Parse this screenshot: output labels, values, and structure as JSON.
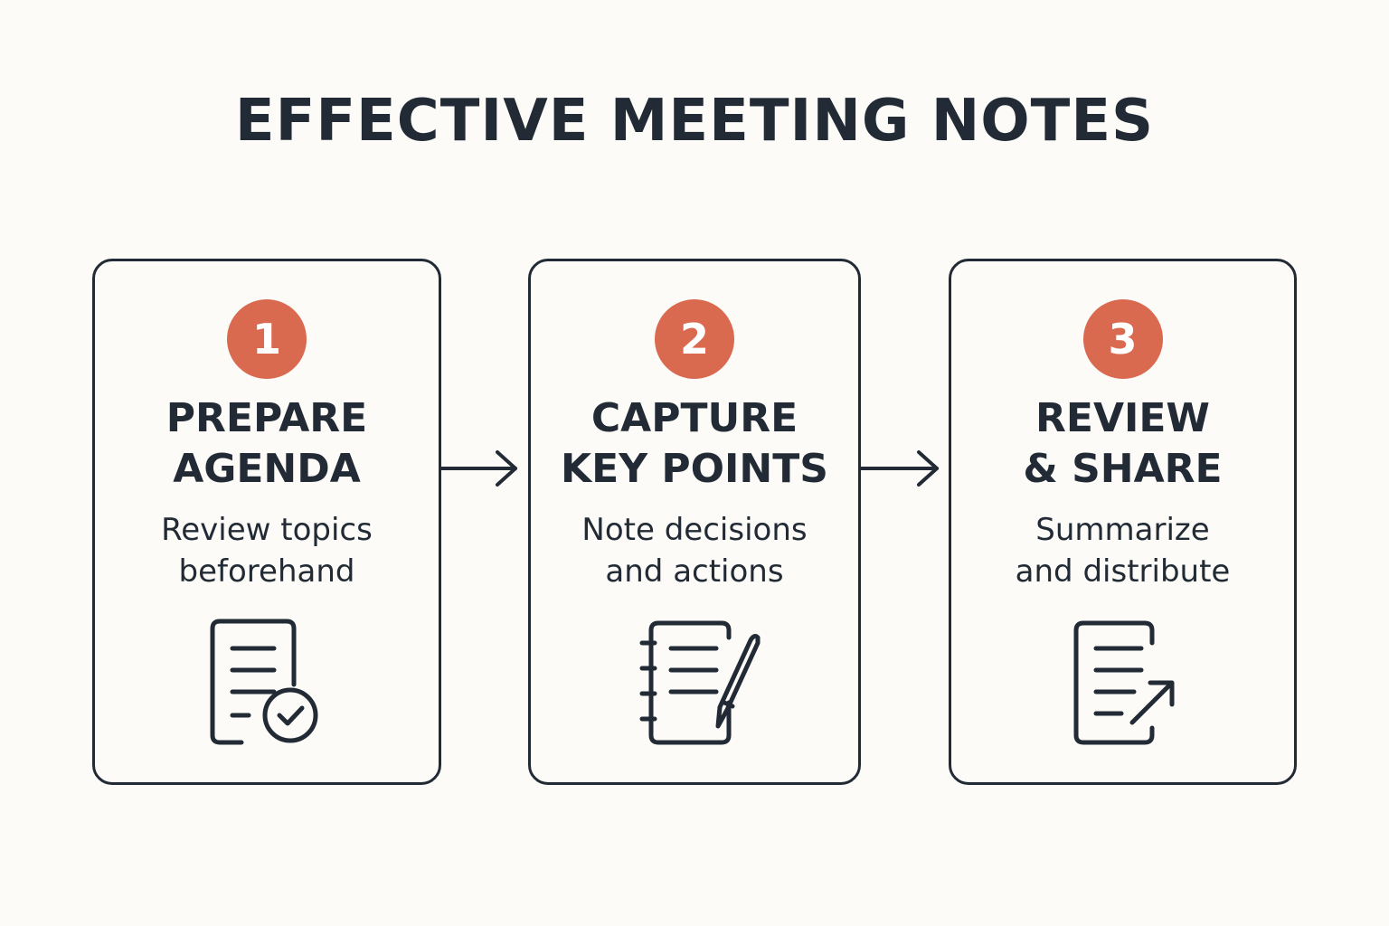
{
  "title": "EFFECTIVE MEETING NOTES",
  "steps": [
    {
      "number": "1",
      "title_lines": [
        "PREPARE",
        "AGENDA"
      ],
      "description_lines": [
        "Review topics",
        "beforehand"
      ],
      "icon": "document-check-icon"
    },
    {
      "number": "2",
      "title_lines": [
        "CAPTURE",
        "KEY POINTS"
      ],
      "description_lines": [
        "Note decisions",
        "and actions"
      ],
      "icon": "notebook-pen-icon"
    },
    {
      "number": "3",
      "title_lines": [
        "REVIEW",
        "& SHARE"
      ],
      "description_lines": [
        "Summarize",
        "and distribute"
      ],
      "icon": "document-share-icon"
    }
  ],
  "colors": {
    "background": "#fcfbf7",
    "ink": "#222b35",
    "accent": "#d9694f"
  }
}
